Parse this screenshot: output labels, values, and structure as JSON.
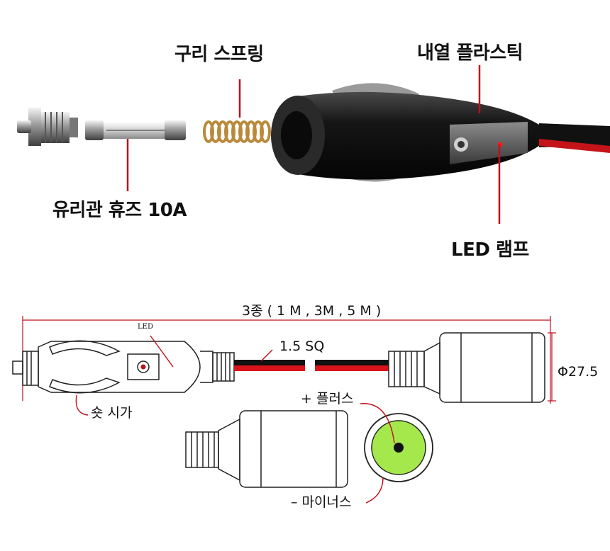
{
  "top_labels": {
    "copper_spring": "구리 스프링",
    "heat_plastic": "내열 플라스틱",
    "glass_fuse": "유리관 휴즈 10A",
    "led_lamp": "LED 램프"
  },
  "bottom_labels": {
    "length": "3종 ( 1 M , 3M , 5 M )",
    "led": "LED",
    "wire": "1.5 SQ",
    "diameter": "Φ27.5",
    "plus": "+ 플러스",
    "minus": "– 마이너스",
    "socket_tip": "숏 시가"
  },
  "colors": {
    "callout": "#c0101a",
    "plug_body": "#1c1c1c",
    "socket_face": "#a4e84c"
  }
}
